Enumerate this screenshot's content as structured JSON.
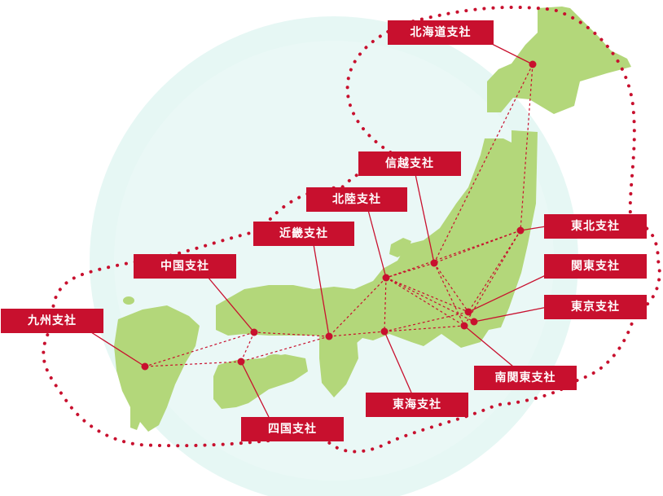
{
  "colors": {
    "accent": "#c8102e",
    "land": "#b3d77a",
    "halo": "#e6f7f4",
    "background": "#ffffff"
  },
  "branches": [
    {
      "id": "hokkaido",
      "name": "北海道支社"
    },
    {
      "id": "shinetsu",
      "name": "信越支社"
    },
    {
      "id": "hokuriku",
      "name": "北陸支社"
    },
    {
      "id": "kinki",
      "name": "近畿支社"
    },
    {
      "id": "chugoku",
      "name": "中国支社"
    },
    {
      "id": "kyushu",
      "name": "九州支社"
    },
    {
      "id": "tohoku",
      "name": "東北支社"
    },
    {
      "id": "kanto",
      "name": "関東支社"
    },
    {
      "id": "tokyo",
      "name": "東京支社"
    },
    {
      "id": "minamikanto",
      "name": "南関東支社"
    },
    {
      "id": "tokai",
      "name": "東海支社"
    },
    {
      "id": "shikoku",
      "name": "四国支社"
    }
  ]
}
